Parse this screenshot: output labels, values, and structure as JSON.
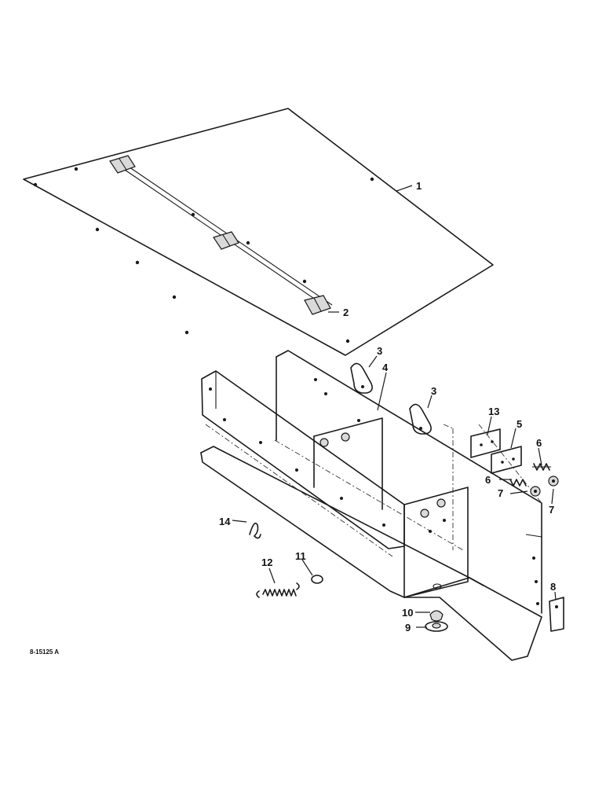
{
  "drawing_number": "8-15125 A",
  "callouts": [
    {
      "id": "c1",
      "label": "1"
    },
    {
      "id": "c2",
      "label": "2"
    },
    {
      "id": "c3a",
      "label": "3"
    },
    {
      "id": "c3b",
      "label": "3"
    },
    {
      "id": "c4",
      "label": "4"
    },
    {
      "id": "c5",
      "label": "5"
    },
    {
      "id": "c6a",
      "label": "6"
    },
    {
      "id": "c6b",
      "label": "6"
    },
    {
      "id": "c7a",
      "label": "7"
    },
    {
      "id": "c7b",
      "label": "7"
    },
    {
      "id": "c8",
      "label": "8"
    },
    {
      "id": "c9",
      "label": "9"
    },
    {
      "id": "c10",
      "label": "10"
    },
    {
      "id": "c11",
      "label": "11"
    },
    {
      "id": "c12",
      "label": "12"
    },
    {
      "id": "c13",
      "label": "13"
    },
    {
      "id": "c14",
      "label": "14"
    }
  ]
}
